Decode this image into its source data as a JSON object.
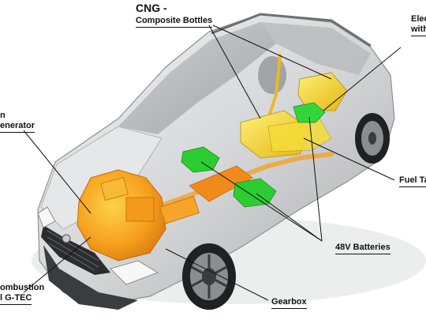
{
  "image": {
    "description_free": true
  },
  "labels": {
    "cng_title": "CNG -",
    "cng_subtitle": "Composite Bottles",
    "electric_line1": "Elec",
    "electric_line2": "with",
    "fuel_tank": "Fuel Ta",
    "generator_line1": "n",
    "generator_line2": "enerator",
    "batteries": "48V Batteries",
    "combustion_line1": "ombustion",
    "combustion_line2": "l G-TEC",
    "gearbox": "Gearbox"
  },
  "colors": {
    "background": "#ffffff",
    "car_body": "#d9dadc",
    "engine_orange": "#f39a1c",
    "tank_yellow": "#f5d21a",
    "battery_green": "#2ecc33",
    "text": "#111111"
  }
}
